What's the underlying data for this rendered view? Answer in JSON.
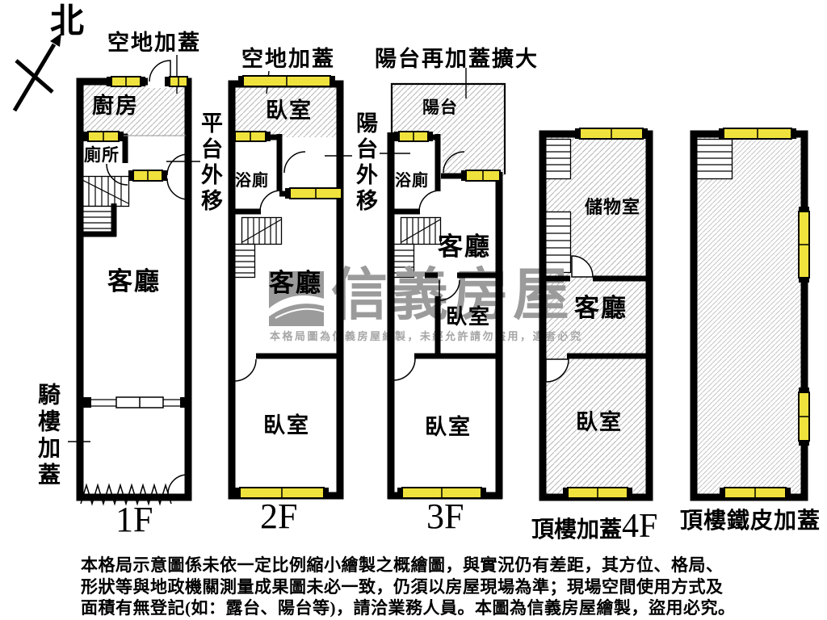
{
  "compass": {
    "north": "北"
  },
  "callouts": {
    "f1_top": "空地加蓋",
    "f2_top": "空地加蓋",
    "f3_top": "陽台再加蓋擴大",
    "platform_shift": "平台外移",
    "balcony_shift": "陽台外移",
    "arcade_cover": "騎樓加蓋"
  },
  "rooms": {
    "f1_kitchen": "廚房",
    "f1_toilet": "廁所",
    "f1_living": "客廳",
    "f2_bedroom_front": "臥室",
    "f2_bath": "浴廁",
    "f2_living": "客廳",
    "f2_bedroom": "臥室",
    "f3_balcony": "陽台",
    "f3_bath": "浴廁",
    "f3_living": "客廳",
    "f3_bedroom_small": "臥室",
    "f3_bedroom": "臥室",
    "f4_storage": "儲物室",
    "f4_living": "客廳",
    "f4_bedroom": "臥室"
  },
  "floor_labels": {
    "f1": "1F",
    "f2": "2F",
    "f3": "3F",
    "f4_prefix": "頂樓加蓋",
    "f4_suffix": "4F",
    "f5": "頂樓鐵皮加蓋"
  },
  "watermark": {
    "brand": "信義房屋",
    "notice": "本格局圖為信義房屋繪製，未經允許請勿盜用，違者必究"
  },
  "disclaimer": {
    "line1": "本格局示意圖係未依一定比例縮小繪製之概繪圖，與實況仍有差距，其方位、格局、",
    "line2": "形狀等與地政機關測量成果圖未必一致，仍須以房屋現場為準；現場空間使用方式及",
    "line3": "面積有無登記(如：露台、陽台等)，請洽業務人員。本圖為信義房屋繪製，盜用必究。"
  },
  "colors": {
    "window_yellow": "#f0e23c",
    "hatch_gray": "#b5b5b5",
    "watermark_gray": "#9b9b9b",
    "wall_black": "#000000"
  }
}
